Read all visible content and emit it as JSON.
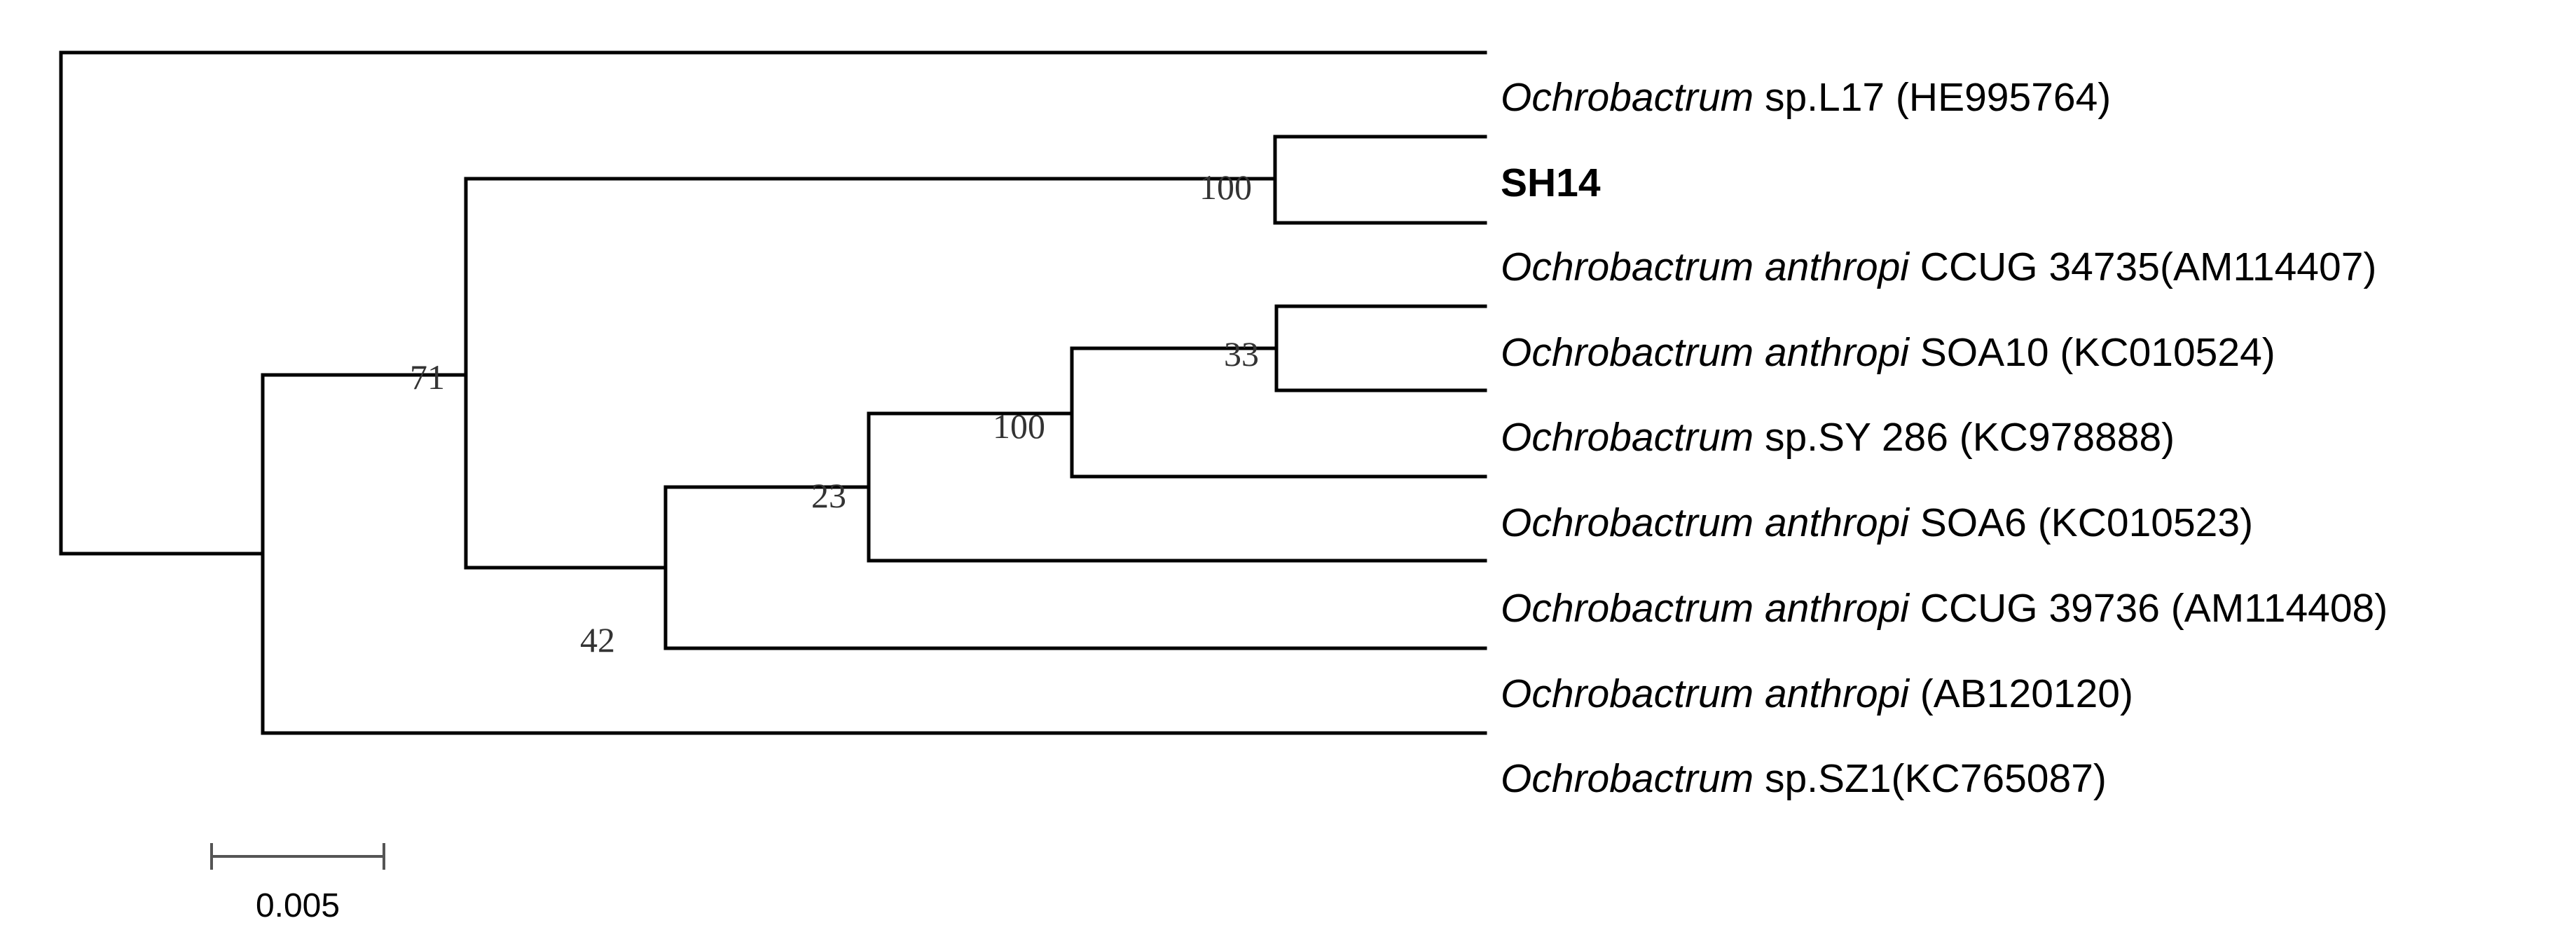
{
  "tree": {
    "taxa": [
      {
        "genus": "Ochrobactrum",
        "rest": " sp.L17 (HE995764)",
        "bold": false
      },
      {
        "genus": "",
        "rest": "SH14",
        "bold": true
      },
      {
        "genus": "Ochrobactrum anthropi",
        "rest": " CCUG 34735(AM114407)",
        "bold": false
      },
      {
        "genus": "Ochrobactrum anthropi",
        "rest": " SOA10 (KC010524)",
        "bold": false
      },
      {
        "genus": "Ochrobactrum",
        "rest": " sp.SY 286 (KC978888)",
        "bold": false
      },
      {
        "genus": "Ochrobactrum anthropi",
        "rest": " SOA6 (KC010523)",
        "bold": false
      },
      {
        "genus": "Ochrobactrum anthropi",
        "rest": " CCUG 39736 (AM114408)",
        "bold": false
      },
      {
        "genus": "Ochrobactrum anthropi",
        "rest": " (AB120120)",
        "bold": false
      },
      {
        "genus": "Ochrobactrum",
        "rest": " sp.SZ1(KC765087)",
        "bold": false
      }
    ],
    "bootstrap": {
      "sh14_clade": "100",
      "soa10_clade": "33",
      "sy286_clade": "100",
      "soa6_clade": "23",
      "ccug39736_clade": "42",
      "ingroup_clade": "71"
    },
    "scale_bar": {
      "value": 0.005,
      "label": "0.005"
    }
  }
}
